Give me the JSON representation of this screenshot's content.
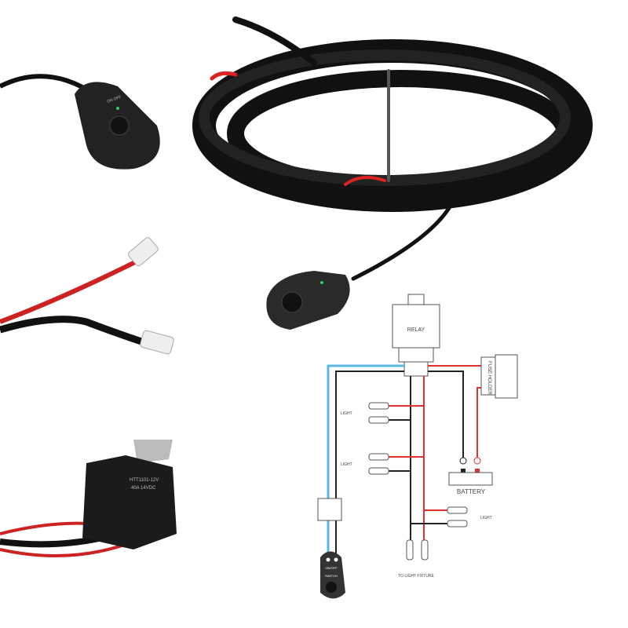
{
  "product": {
    "relay_model": "HTT1101-12V",
    "relay_rating": "40A 14VDC",
    "switch_marking": "ON OFF"
  },
  "diagram": {
    "relay_label": "RELAY",
    "fuse_holder_label": "FUSE HOLDER",
    "battery_label": "BATTERY",
    "light_labels": [
      "LIGHT",
      "LIGHT",
      "LIGHT"
    ],
    "switch_labels": [
      "ON/OFF",
      "SWITCH"
    ],
    "fixture_label": "TO LIGHT FIXTURE",
    "colors": {
      "positive": "#e03030",
      "ground": "#222222",
      "signal": "#5ab8e0"
    }
  }
}
